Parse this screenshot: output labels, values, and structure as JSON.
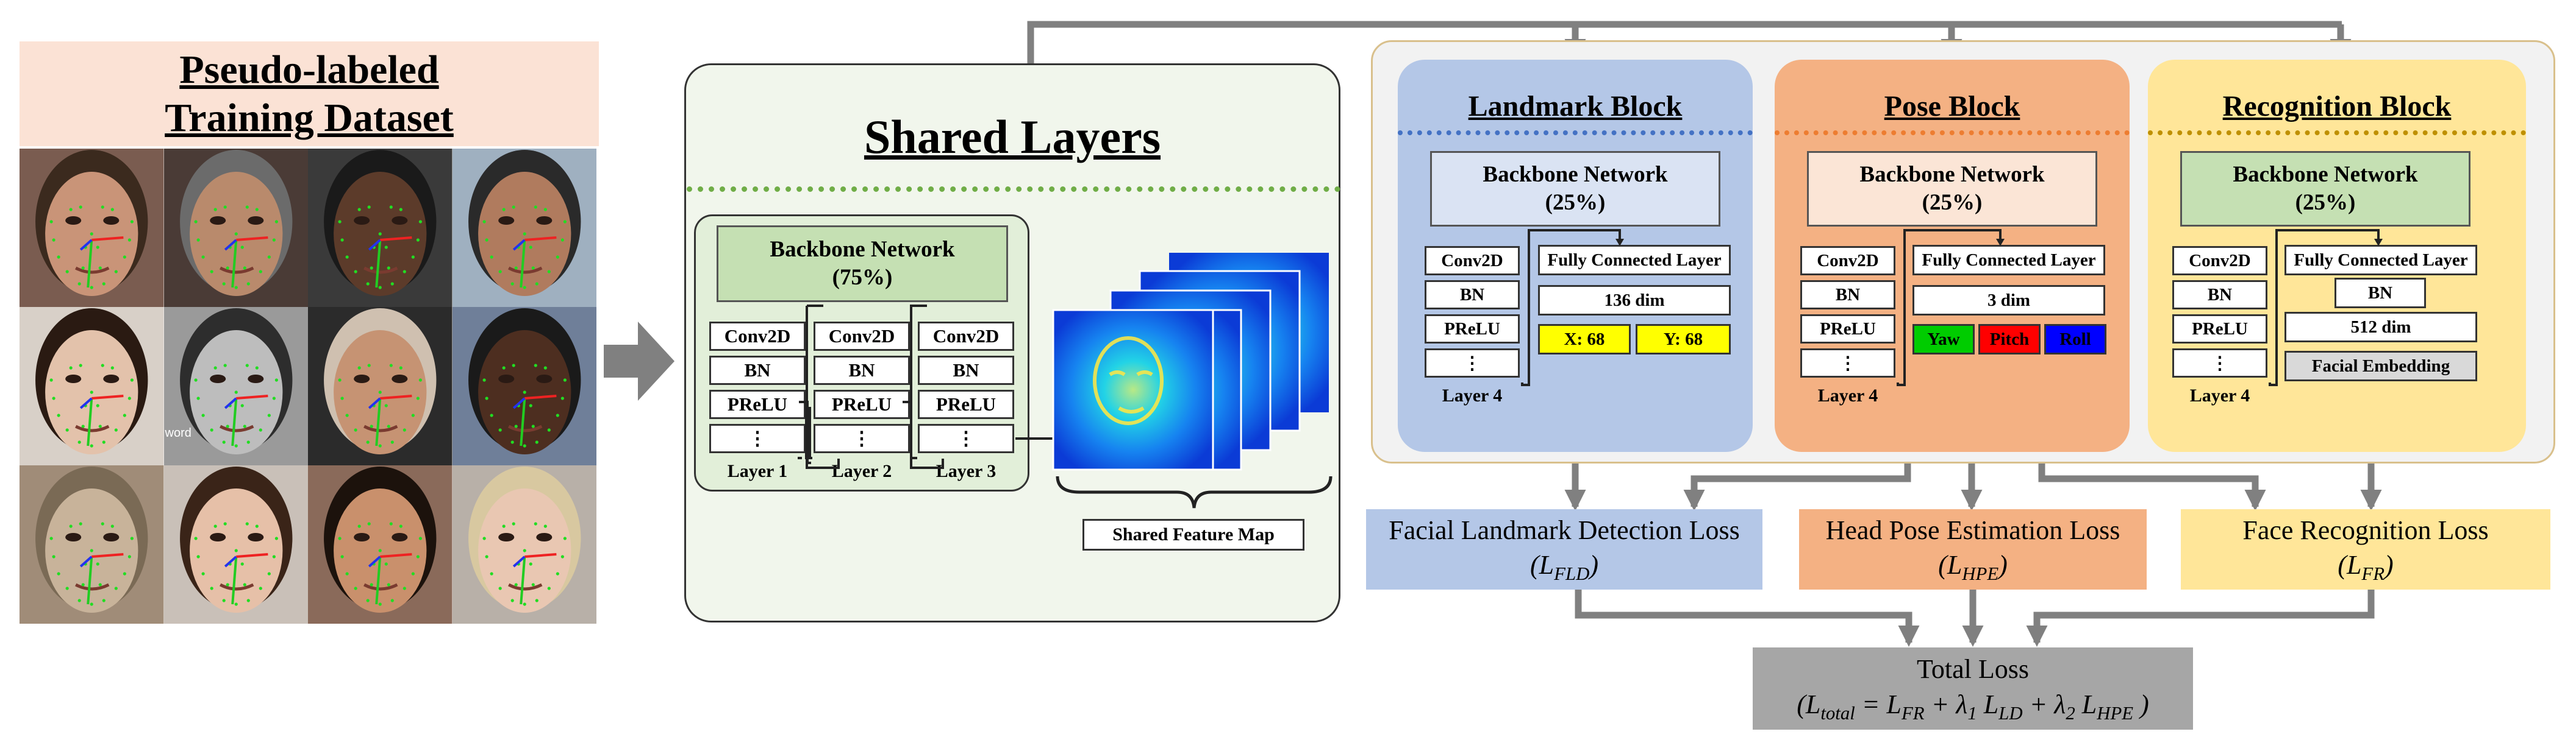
{
  "dataset": {
    "title_line1": "Pseudo-labeled",
    "title_line2": "Training Dataset",
    "watermark": "word"
  },
  "shared": {
    "title": "Shared Layers",
    "backbone_line1": "Backbone Network",
    "backbone_line2": "(75%)",
    "layers": [
      {
        "items": [
          "Conv2D",
          "BN",
          "PReLU",
          "⋮"
        ],
        "label": "Layer 1"
      },
      {
        "items": [
          "Conv2D",
          "BN",
          "PReLU",
          "⋮"
        ],
        "label": "Layer 2"
      },
      {
        "items": [
          "Conv2D",
          "BN",
          "PReLU",
          "⋮"
        ],
        "label": "Layer 3"
      }
    ],
    "feature_map_label": "Shared Feature Map"
  },
  "blocks": {
    "landmark": {
      "title": "Landmark Block",
      "backbone_line1": "Backbone Network",
      "backbone_line2": "(25%)",
      "layer_items": [
        "Conv2D",
        "BN",
        "PReLU",
        "⋮"
      ],
      "layer_label": "Layer 4",
      "fc": "Fully Connected Layer",
      "dim": "136 dim",
      "out_a": "X: 68",
      "out_b": "Y: 68"
    },
    "pose": {
      "title": "Pose Block",
      "backbone_line1": "Backbone Network",
      "backbone_line2": "(25%)",
      "layer_items": [
        "Conv2D",
        "BN",
        "PReLU",
        "⋮"
      ],
      "layer_label": "Layer 4",
      "fc": "Fully Connected Layer",
      "dim": "3 dim",
      "out_yaw": "Yaw",
      "out_pitch": "Pitch",
      "out_roll": "Roll"
    },
    "recognition": {
      "title": "Recognition Block",
      "backbone_line1": "Backbone Network",
      "backbone_line2": "(25%)",
      "layer_items": [
        "Conv2D",
        "BN",
        "PReLU",
        "⋮"
      ],
      "layer_label": "Layer 4",
      "fc": "Fully Connected Layer",
      "bn": "BN",
      "dim": "512 dim",
      "embedding": "Facial Embedding"
    }
  },
  "losses": {
    "fld": {
      "label": "Facial Landmark Detection Loss",
      "symbol": "(L_FLD)"
    },
    "hpe": {
      "label": "Head Pose Estimation Loss",
      "symbol": "(L_HPE)"
    },
    "fr": {
      "label": "Face Recognition Loss",
      "symbol": "(L_FR)"
    },
    "total": {
      "label": "Total Loss",
      "formula": "(L_total = L_FR + λ1 L_LD + λ2 L_HPE )"
    }
  },
  "colors": {
    "landmark_block": "#b4c7e7",
    "pose_block": "#f4b183",
    "recognition_block": "#ffe699",
    "shared_panel": "#f1f6ec",
    "connector": "#808080",
    "yaw": "#00cc00",
    "pitch": "#ff0000",
    "roll": "#0000ff",
    "xy_output": "#ffff00"
  }
}
